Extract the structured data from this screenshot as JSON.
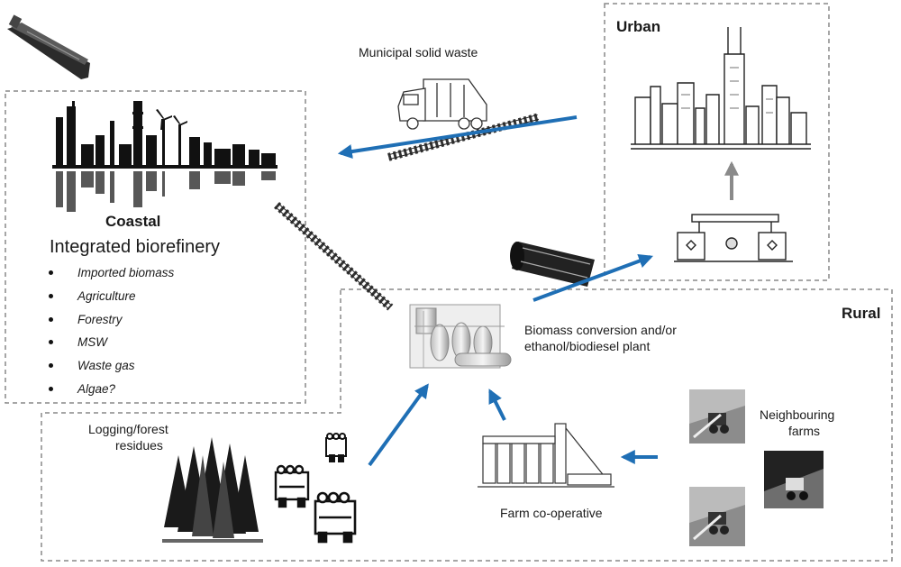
{
  "regions": {
    "urban": "Urban",
    "coastal": "Coastal",
    "rural": "Rural"
  },
  "coastal": {
    "subtitle": "Integrated biorefinery",
    "feedstocks": [
      "Imported biomass",
      "Agriculture",
      "Forestry",
      "MSW",
      "Waste gas",
      "Algae?"
    ]
  },
  "labels": {
    "municipal_waste": "Municipal solid waste",
    "plant_line1": "Biomass conversion and/or",
    "plant_line2": "ethanol/biodiesel plant",
    "logging_line1": "Logging/forest",
    "logging_line2": "residues",
    "farm_coop": "Farm co-operative",
    "neighbouring_line1": "Neighbouring",
    "neighbouring_line2": "farms"
  },
  "colors": {
    "flow_arrow": "#1f6fb5",
    "gray_arrow": "#8a8a8a",
    "boundary": "#888888"
  }
}
